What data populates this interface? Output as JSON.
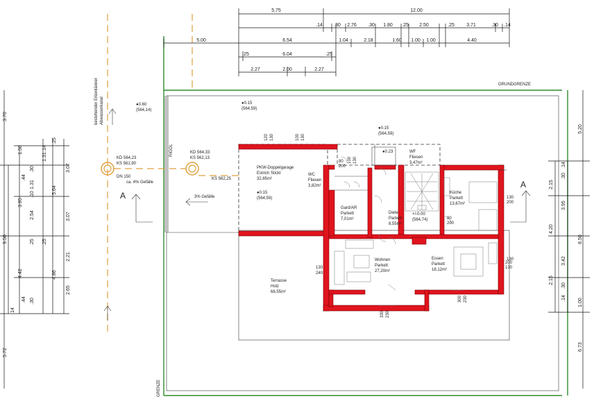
{
  "colors": {
    "wall": "#e0141e",
    "boundary": "#2e8b2e",
    "dimension": "#111111",
    "axis": "#e0a040",
    "text": "#222222"
  },
  "boundary_labels": {
    "top": "GRUNDGRENZE",
    "bottom_left": "GRENZE"
  },
  "dimensions": {
    "top_row1": [
      "5.75",
      "12.00"
    ],
    "top_row2": [
      ".14",
      ".30",
      "2.76",
      ".30",
      "1.80",
      ".25",
      "2.50",
      ".25",
      "3.71",
      ".30",
      ".14"
    ],
    "top_row3": [
      "5.00",
      "6.54",
      "1.04",
      "2.18",
      "1.60",
      "1.00",
      "1.00",
      "4.40"
    ],
    "top_row4": [
      ".25",
      "6.04",
      ".25"
    ],
    "top_row5": [
      "2.27",
      "2.00",
      "2.27"
    ],
    "left_outer": [
      "3.70",
      "9.50",
      "5.72"
    ],
    "left_mid": [
      "1.50",
      "3.95",
      "4.42"
    ],
    "left_inner": [
      ".25",
      ".14",
      ".30",
      ".44",
      "1.31",
      ".10",
      "2.54",
      ".25",
      "1.31",
      ".25",
      ".30",
      ".44",
      ".14"
    ],
    "left_inner2": [
      "3.07",
      "5.64",
      "3.07",
      "2.21",
      "4.86",
      "2.65"
    ],
    "right_outer": [
      "5.20",
      "8.50",
      "6.73"
    ],
    "right_mid": [
      "2.15",
      ".30",
      ".14",
      "3.95",
      "4.20",
      "3.42",
      "2.15",
      ".30",
      ".14",
      "1.00"
    ]
  },
  "annotations": {
    "elev1": "●0.60",
    "elev1b": "(564,14)",
    "elev2": "●0.15",
    "elev2b": "(564,59)",
    "elev3": "●0.15",
    "elev3b": "(564,59)",
    "elev4": "●0.23",
    "kd1a": "KD 564,23",
    "kd1b": "KS 561,90",
    "kd2a": "KD 564,33",
    "kd2b": "KS 562,13",
    "ks3": "KS 562,25",
    "dn1": "DN 150",
    "dn2": "ca. 4% Gefälle",
    "slope": "3% Gefälle",
    "riegel": "RIGOL",
    "sewer1": "bestehender Erbenlänner",
    "sewer2": "Abwasserkanal",
    "section_a": "A"
  },
  "rooms": [
    {
      "name": "PKW-Doppelgarage",
      "line2": "Estrich Stickt",
      "area": "32,85m²",
      "elev": "●0.15",
      "elev2": "(564,59)"
    },
    {
      "name": "WC",
      "line2": "Fliesen",
      "area": "3,82m²"
    },
    {
      "name": "WF",
      "line2": "Fliesen",
      "area": "3,47m²"
    },
    {
      "name": "Gard/AR",
      "line2": "Parkett",
      "area": "7,01m²"
    },
    {
      "name": "Diele",
      "line2": "Parkett",
      "area": "8,55m²"
    },
    {
      "name": "Küche",
      "line2": "Parkett",
      "area": "13,67m²"
    },
    {
      "name": "Wohnen",
      "line2": "Parkett",
      "area": "27,20m²"
    },
    {
      "name": "Essen",
      "line2": "Parkett",
      "area": "18,12m²"
    },
    {
      "name": "Terrasse",
      "line2": "Holz",
      "area": "68,55m²"
    }
  ],
  "diele_level": "+/-0.00",
  "diele_level2": "(564,74)",
  "openings": [
    "120",
    "130",
    "100",
    "130",
    "100",
    "130",
    "80",
    "200",
    "80",
    "200",
    "130",
    "200",
    "130",
    "240",
    "130",
    "300",
    "230",
    "330",
    "230",
    "200",
    "130"
  ]
}
